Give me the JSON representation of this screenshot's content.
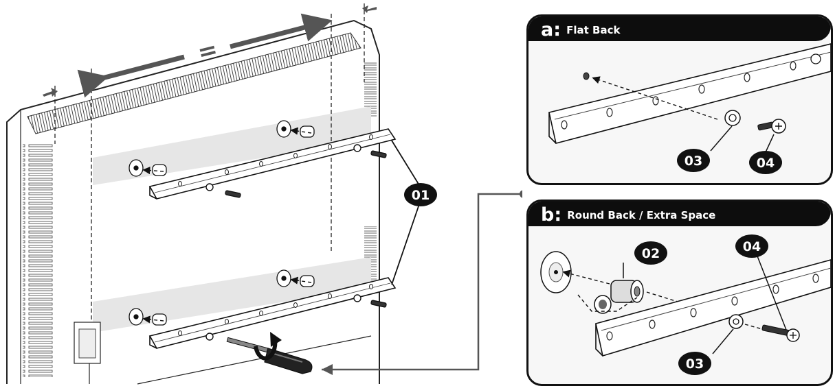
{
  "callouts": {
    "bracket": "01",
    "spacer": "02",
    "washer": "03",
    "screw": "04"
  },
  "panel_a": {
    "letter": "a:",
    "title": "Flat Back"
  },
  "panel_b": {
    "letter": "b:",
    "title": "Round Back / Extra Space"
  },
  "equal_sign": "=",
  "colors": {
    "ink": "#111111",
    "arrow_gray": "#555555",
    "header_bg": "#0d0d0d",
    "panel_bg": "#f7f7f7"
  },
  "icons": [
    "tv-back-illustration",
    "mounting-rail",
    "spacer",
    "washer",
    "screw",
    "screwdriver",
    "rotate-arrow-icon",
    "equal-distance-arrow-icon"
  ]
}
